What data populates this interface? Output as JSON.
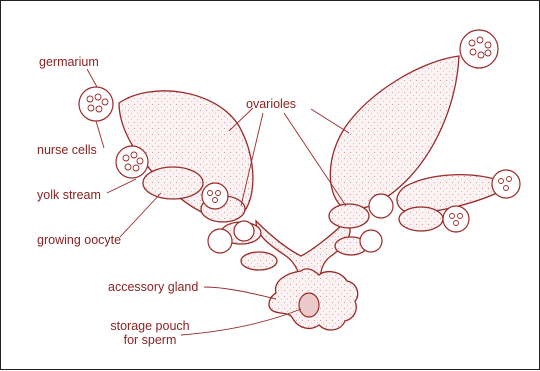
{
  "colors": {
    "ink": "#9a2a2a",
    "label": "#8a2323",
    "fill": "#f6eaea"
  },
  "labels": {
    "germarium": "germarium",
    "ovarioles": "ovarioles",
    "nurse_cells": "nurse cells",
    "yolk_stream": "yolk stream",
    "growing_oocyte": "growing oocyte",
    "accessory_gland": "accessory gland",
    "storage_pouch_line1": "storage pouch",
    "storage_pouch_line2": "for sperm"
  }
}
